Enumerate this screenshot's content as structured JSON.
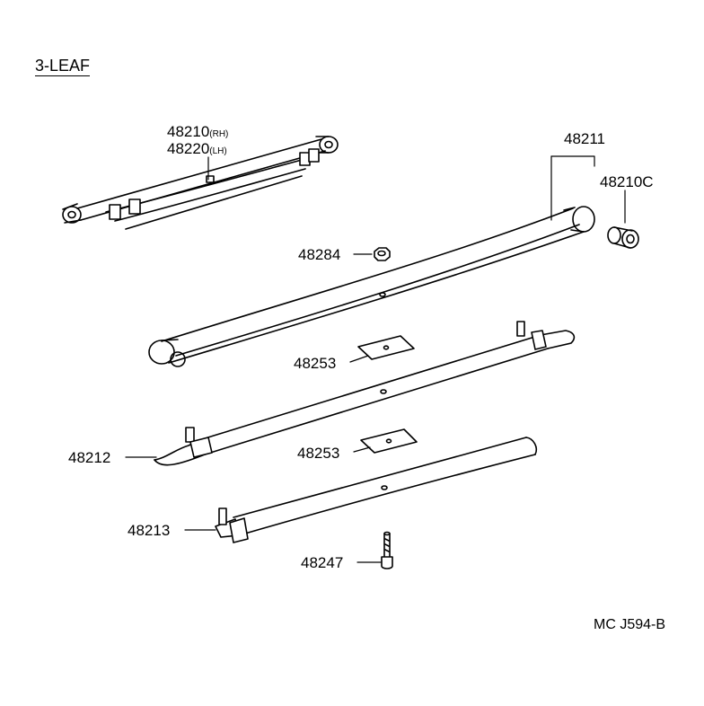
{
  "title": "3-LEAF",
  "reference_code": "MC J594-B",
  "parts": {
    "p48210": "48210",
    "p48210_suffix": "(RH)",
    "p48220": "48220",
    "p48220_suffix": "(LH)",
    "p48211": "48211",
    "p48210C": "48210C",
    "p48284": "48284",
    "p48253_upper": "48253",
    "p48253_lower": "48253",
    "p48212": "48212",
    "p48213": "48213",
    "p48247": "48247"
  }
}
